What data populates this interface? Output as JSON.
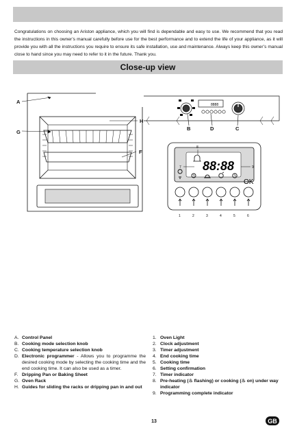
{
  "intro": "Congratulations on choosing an Ariston appliance, which you will find is dependable and easy to use. We recommend that you read the instructions in this owner’s manual carefully before use for the best performance and to extend the life of your appliance, as it will provide you with all the instructions you require to ensure its safe installation, use and maintenance. Always keep this owner’s manual close to hand since you may need to refer to it in the future. Thank you.",
  "section_title": "Close-up view",
  "figure_labels": {
    "A": "A",
    "G": "G",
    "H": "H",
    "F": "F",
    "B": "B",
    "D": "D",
    "C": "C",
    "display_time": "88:88",
    "display_small": "8888",
    "ok": "OK",
    "p1": "1",
    "p2": "2",
    "p3": "3",
    "p4": "4",
    "p5": "5",
    "p6": "6",
    "p7": "7",
    "p8": "8",
    "p9": "9"
  },
  "left_list": [
    {
      "key": "A.",
      "bold": "Control Panel",
      "rest": ""
    },
    {
      "key": "B.",
      "bold": "Cooking mode selection knob",
      "rest": ""
    },
    {
      "key": "C.",
      "bold": "Cooking temperature selection knob",
      "rest": ""
    },
    {
      "key": "D.",
      "bold": "Electronic programmer",
      "rest": " - Allows you to programme the desired cooking mode by selecting the cooking time and the end cooking time. It can also be used as a timer."
    },
    {
      "key": "F.",
      "bold": "Dripping Pan or Baking Sheet",
      "rest": ""
    },
    {
      "key": "G.",
      "bold": "Oven Rack",
      "rest": ""
    },
    {
      "key": "H.",
      "bold": "Guides for sliding the racks or dripping pan in and out",
      "rest": ""
    }
  ],
  "right_list": [
    {
      "key": "1.",
      "text": "Oven Light"
    },
    {
      "key": "2.",
      "text": "Clock adjustment"
    },
    {
      "key": "3.",
      "text": "Timer adjustment"
    },
    {
      "key": "4.",
      "text": "End cooking time"
    },
    {
      "key": "5.",
      "text": "Cooking time"
    },
    {
      "key": "6.",
      "text": "Setting confirmation"
    },
    {
      "key": "7.",
      "text": "Timer indicator"
    },
    {
      "key": "8.",
      "text": "Pre-heating (♨ flashing) or cooking (♨ on) under way indicator"
    },
    {
      "key": "9.",
      "text": "Programming complete indicator"
    }
  ],
  "page_number": "13",
  "language_badge": "GB"
}
